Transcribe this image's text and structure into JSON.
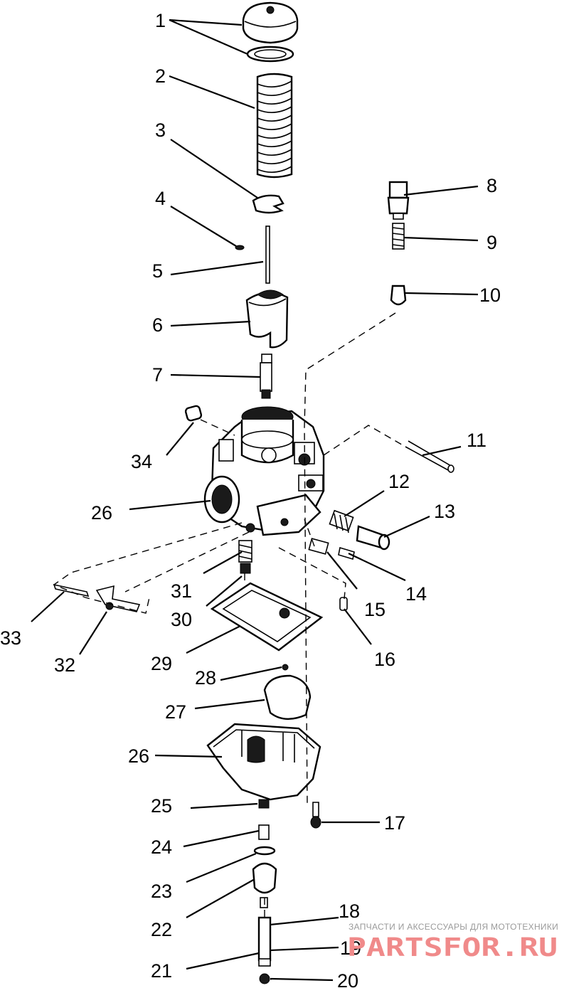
{
  "labels": [
    "1",
    "2",
    "3",
    "4",
    "5",
    "6",
    "7",
    "8",
    "9",
    "10",
    "11",
    "12",
    "13",
    "14",
    "15",
    "16",
    "17",
    "18",
    "19",
    "20",
    "21",
    "22",
    "23",
    "24",
    "25",
    "26",
    "27",
    "28",
    "29",
    "30",
    "31",
    "32",
    "33",
    "34"
  ],
  "watermark": {
    "tagline": "ЗАПЧАСТИ И АКСЕССУАРЫ ДЛЯ МОТОТЕХНИКИ",
    "logo": "PARTSFOR.RU"
  }
}
